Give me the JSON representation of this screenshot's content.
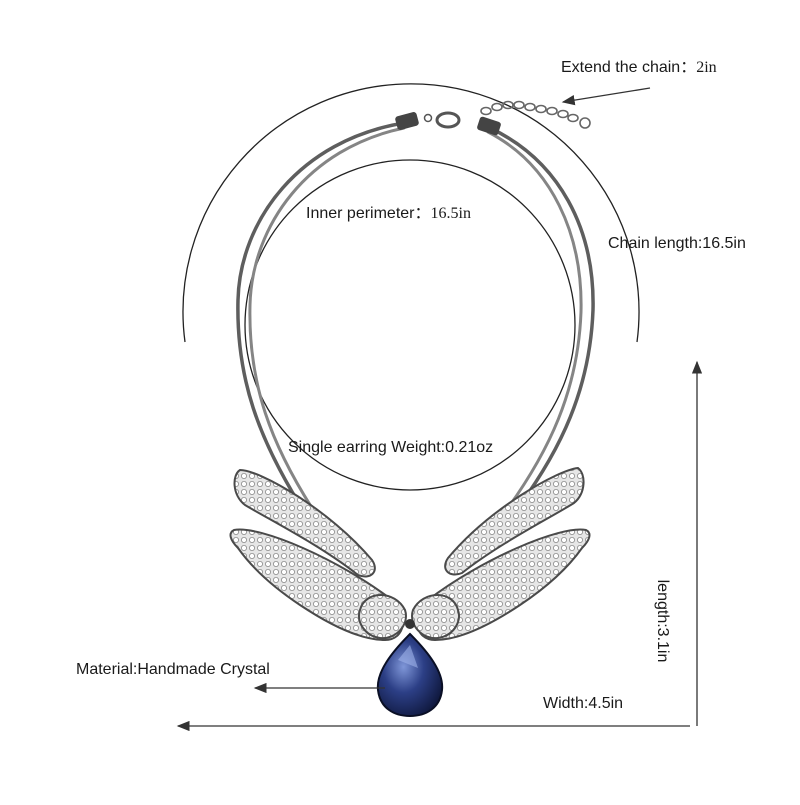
{
  "annotations": {
    "extend_label": "Extend the chain：",
    "extend_value": "2in",
    "inner_label": "Inner perimeter：",
    "inner_value": "16.5in",
    "chain_length": "Chain length:16.5in",
    "weight": "Single earring Weight:0.21oz",
    "material": "Material:Handmade Crystal",
    "width": "Width:4.5in",
    "length": "length:3.1in"
  },
  "colors": {
    "chain": "#6e6e6e",
    "chain_dark": "#3c3c3c",
    "wing_fill": "#d9d9d9",
    "wing_stroke": "#555555",
    "gem": "#1f2f6e",
    "gem_highlight": "#6f86c9"
  }
}
